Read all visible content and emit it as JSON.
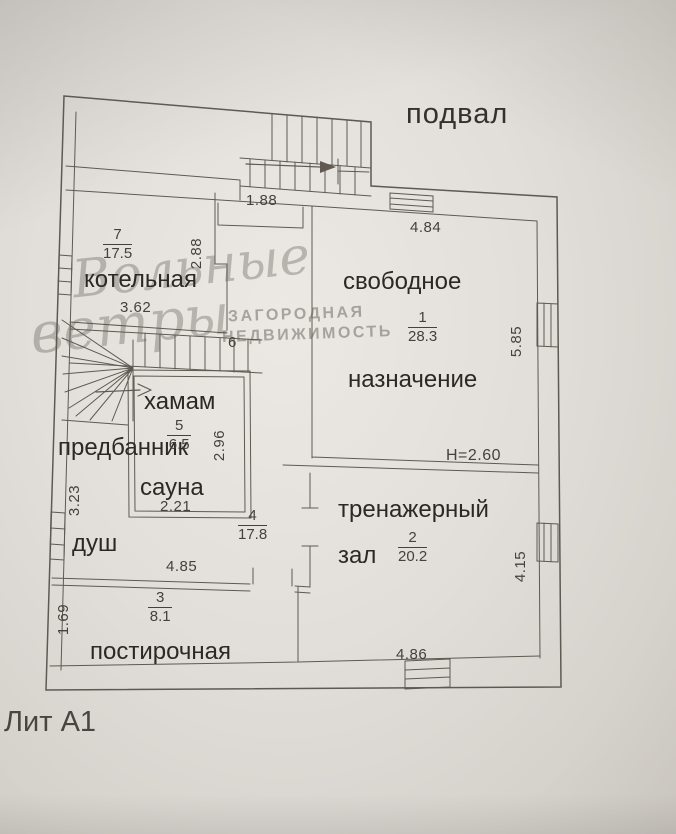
{
  "title": "подвал",
  "lit_label": "Лит А1",
  "height_note": "H=2.60",
  "watermark": {
    "script_line1": "Вольные",
    "script_line2": "ветры",
    "caps_line1": "ЗАГОРОДНАЯ",
    "caps_line2": "НЕДВИЖИМОСТЬ"
  },
  "rooms": {
    "free_purpose": {
      "number": "1",
      "area": "28.3",
      "label_line1": "свободное",
      "label_line2": "назначение"
    },
    "gym": {
      "number": "2",
      "area": "20.2",
      "label_line1": "тренажерный",
      "label_line2": "зал"
    },
    "laundry": {
      "number": "3",
      "area": "8.1",
      "label": "постирочная"
    },
    "hall": {
      "number": "4",
      "area": "17.8"
    },
    "bath_suite": {
      "number": "5",
      "area": "6.5",
      "hammam_label": "хамам",
      "anteroom_label": "предбанник",
      "sauna_label": "сауна",
      "shower_label": "душ"
    },
    "stairs": {
      "number": "6"
    },
    "boiler": {
      "number": "7",
      "area": "17.5",
      "label": "котельная"
    }
  },
  "dimensions": {
    "top_passage": "1.88",
    "room1_top": "4.84",
    "boiler_right": "2.88",
    "boiler_bottom": "3.62",
    "room1_right": "5.85",
    "bath_right": "2.96",
    "sauna_bottom": "2.21",
    "anteroom_left": "3.23",
    "hall_bottom": "4.85",
    "laundry_left": "1.69",
    "gym_right": "4.15",
    "gym_bottom": "4.86"
  },
  "colors": {
    "paper": "#ddd9d4",
    "line": "#5f5952",
    "text": "#38342f",
    "watermark": "#8d887f"
  }
}
